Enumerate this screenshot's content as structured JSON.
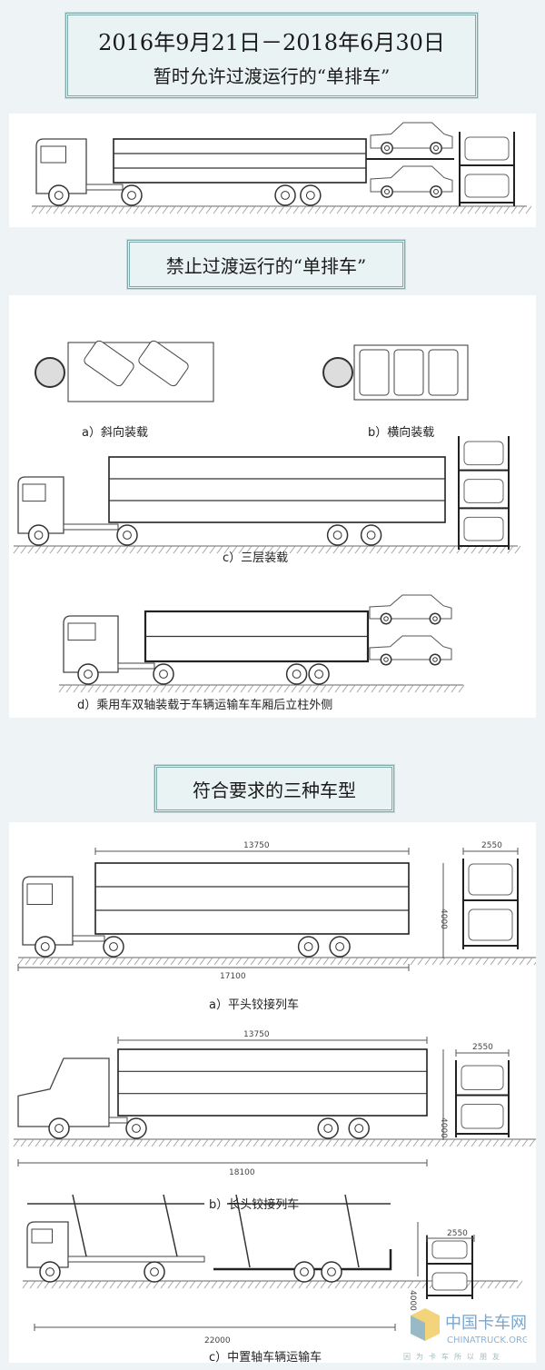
{
  "banner1": {
    "line1": "2016年9月21日－2018年6月30日",
    "line2": "暂时允许过渡运行的“单排车”"
  },
  "banner2": {
    "title": "禁止过渡运行的“单排车”"
  },
  "banner3": {
    "title": "符合要求的三种车型"
  },
  "forbidden": {
    "a": "a）斜向装载",
    "b": "b）横向装载",
    "c": "c）三层装载",
    "d": "d）乘用车双轴装载于车辆运输车车厢后立柱外侧"
  },
  "compliant": [
    {
      "caption": "a）平头铰接列车",
      "box_length": "13750",
      "total_length": "17100",
      "width": "2550",
      "height": "4000"
    },
    {
      "caption": "b）长头铰接列车",
      "box_length": "13750",
      "total_length": "18100",
      "width": "2550",
      "height": "4000"
    },
    {
      "caption": "c）中置轴车辆运输车",
      "total_length": "22000",
      "width": "2550",
      "height": "4000"
    }
  ],
  "watermark": {
    "cn": "中国卡车网",
    "en": "CHINATRUCK.ORG",
    "slogan": "因为卡车所以朋友"
  }
}
